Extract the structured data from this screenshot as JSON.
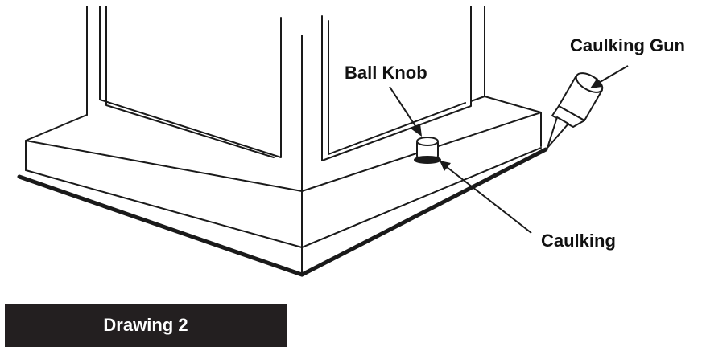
{
  "labels": {
    "ball_knob": "Ball Knob",
    "caulking_gun": "Caulking Gun",
    "caulking": "Caulking"
  },
  "caption": "Drawing 2",
  "colors": {
    "line": "#1a1a1a",
    "caption_bg": "#231f20",
    "caption_text": "#ffffff",
    "background": "#ffffff"
  }
}
